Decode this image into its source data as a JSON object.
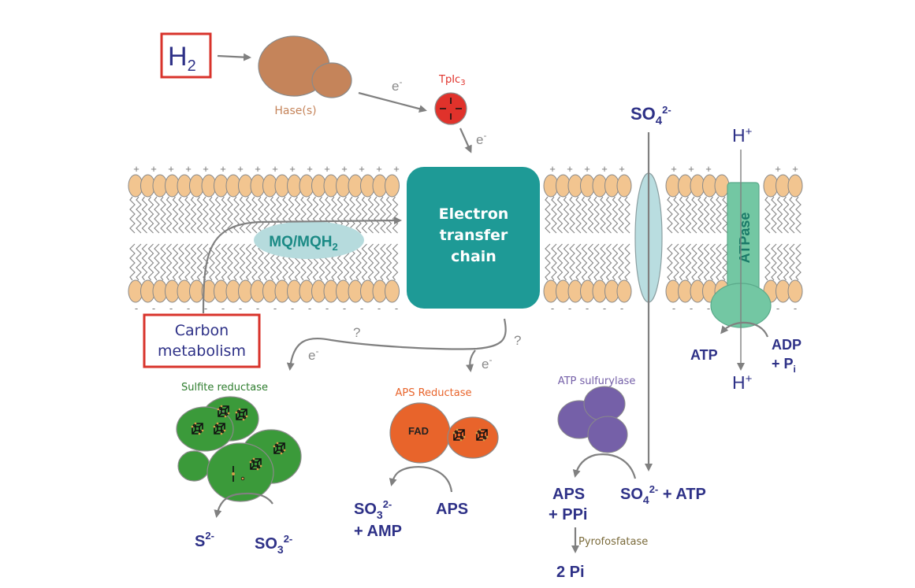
{
  "title": "Sulfate-reducing bacteria energy metabolism diagram",
  "inputs": {
    "h2": {
      "main": "H",
      "sub": "2"
    },
    "carbon": {
      "line1": "Carbon",
      "line2": "metabolism"
    }
  },
  "enzymes": {
    "hydrogenase": "Hase(s)",
    "cytochrome": {
      "main": "TpIc",
      "sub": "3"
    },
    "etc": {
      "line1": "Electron",
      "line2": "transfer",
      "line3": "chain"
    },
    "quinone": {
      "main": "MQ/MQH",
      "sub": "2"
    },
    "atpase": "ATPase",
    "sulfite_reductase": "Sulfite reductase",
    "aps_reductase": "APS Reductase",
    "fad": "FAD",
    "atp_sulfurylase": "ATP sulfurylase",
    "pyrophosphatase": "Pyrofosfatase"
  },
  "electron_labels": {
    "e": "e",
    "minus": "-",
    "unknown": "?"
  },
  "membrane": {
    "outer_charge": "+",
    "inner_charge": "-"
  },
  "species": {
    "sulfate_top": {
      "main": "SO",
      "sub": "4",
      "sup": "2-"
    },
    "proton_top": {
      "main": "H",
      "sup": "+"
    },
    "proton_bottom": {
      "main": "H",
      "sup": "+"
    },
    "atp": "ATP",
    "adp": "ADP",
    "pi": {
      "main": "+ P",
      "sub": "i"
    },
    "sulfide": {
      "main": "S",
      "sup": "2-"
    },
    "sulfite_sr": {
      "main": "SO",
      "sub": "3",
      "sup": "2-"
    },
    "sulfite_aps": {
      "main": "SO",
      "sub": "3",
      "sup": "2-"
    },
    "amp": "+ AMP",
    "aps_substrate": "APS",
    "aps_product": "APS",
    "ppi": "+ PPi",
    "sulfate_atp": {
      "main": "SO",
      "sub": "4",
      "sup": "2-",
      "suffix": " + ATP"
    },
    "two_pi": "2 Pi"
  },
  "colors": {
    "box_border": "#d8332b",
    "chem_text": "#2e3187",
    "hydrogenase": "#c5845a",
    "cytochrome": "#e0322b",
    "etc": "#1e9a96",
    "quinone": "#b6dbdd",
    "transporter": "#b9dde0",
    "atpase": "#73c7a3",
    "sulfite_reductase": "#3b9a3a",
    "aps_reductase": "#e8642b",
    "atp_sulfurylase": "#7560a8",
    "lipid_head": "#f2c590",
    "arrow": "#808080"
  }
}
